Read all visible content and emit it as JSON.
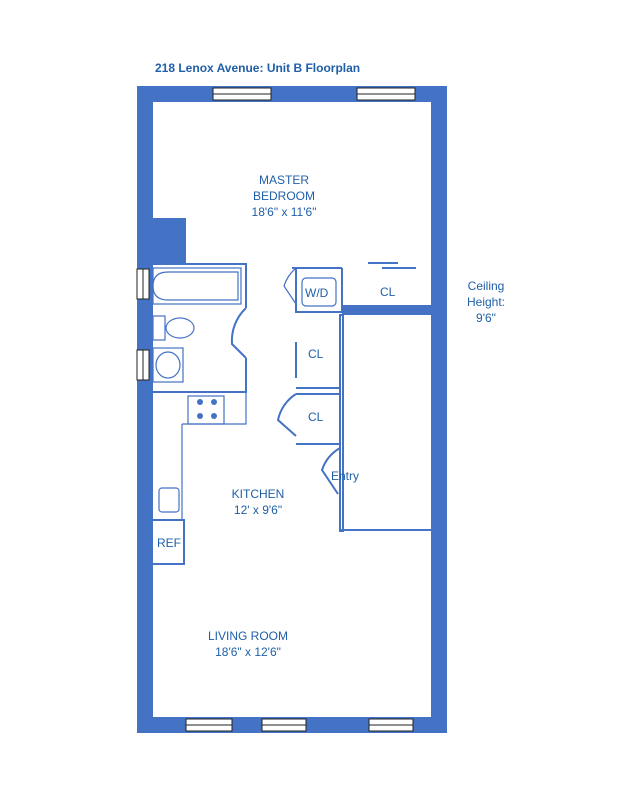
{
  "title": "218 Lenox Avenue: Unit B Floorplan",
  "rooms": {
    "master": {
      "name_line1": "MASTER",
      "name_line2": "BEDROOM",
      "size": "18'6\" x 11'6\""
    },
    "kitchen": {
      "name": "KITCHEN",
      "size": "12' x 9'6\""
    },
    "living": {
      "name": "LIVING ROOM",
      "size": "18'6\" x 12'6\""
    }
  },
  "fixtures": {
    "washer_dryer": "W/D",
    "closet_top": "CL",
    "closet_mid": "CL",
    "closet_lower": "CL",
    "entry": "Entry",
    "fridge": "REF"
  },
  "ceiling": {
    "line1": "Ceiling",
    "line2": "Height:",
    "line3": "9'6\""
  },
  "colors": {
    "wall": "#4472c4",
    "text": "#1f5fa8"
  }
}
